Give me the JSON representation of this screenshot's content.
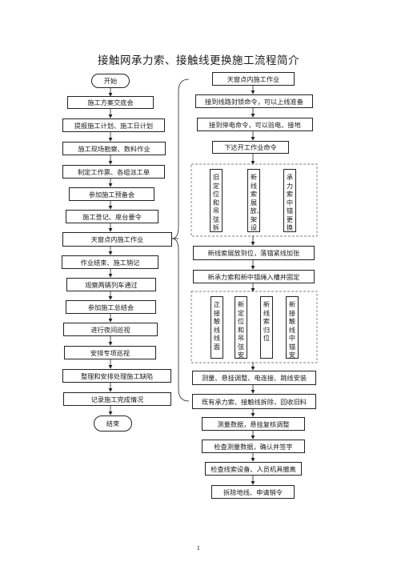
{
  "title": "接触网承力索、接触线更换施工流程简介",
  "left_flow": {
    "start": "开始",
    "steps": [
      "施工方案交底会",
      "提报施工计划、施工日计划",
      "施工现场勘察、数料作业",
      "制定工作票、各组派工单",
      "参加施工预备会",
      "施工登记、座台要令",
      "天窗点内施工作业",
      "作业结束、施工销记",
      "观察两辆列车通过",
      "参加施工总结会",
      "进行夜间巡视",
      "安排专项巡视",
      "整理和安排处理施工缺陷",
      "记录施工完成情况"
    ],
    "end": "结束"
  },
  "right_flow": {
    "top_steps": [
      "天窗点内施工作业",
      "接到线路封锁命令，可以上线准备",
      "接到停电命令，可以验电、接地",
      "下达开工作业命令"
    ],
    "parallel_a": [
      "旧定位和吊弦拆除",
      "新线索展放、架设",
      "承力索中锚更换"
    ],
    "middle_steps": [
      "新线索展放到位，落锚紧线加张",
      "新承力索和新中锚绳入槽并固定"
    ],
    "parallel_b": [
      "正接触线线面",
      "新定位和吊弦安装",
      "新线索归位",
      "新接触线中锚安装"
    ],
    "bottom_steps": [
      "测量、悬挂调整、电连接、跳线安装",
      "既有承力索、接触线拆除，回收旧料",
      "测量数据，悬挂复核调整",
      "检查测量数据，确认并签字",
      "检查线索设备、人员机具撤离",
      "拆除地线、申请销令"
    ]
  },
  "page_number": "1"
}
